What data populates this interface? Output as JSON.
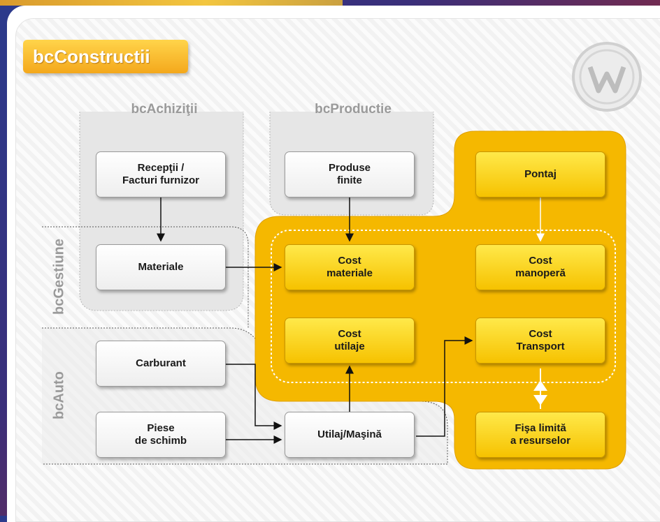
{
  "title": "bcConstructii",
  "columns": {
    "achizitii": "bcAchiziţii",
    "productie": "bcProductie"
  },
  "rows": {
    "gestiune": "bcGestiune",
    "auto": "bcAuto"
  },
  "nodes": {
    "receptii": "Recepţii /\nFacturi furnizor",
    "produse": "Produse\nfinite",
    "pontaj": "Pontaj",
    "materiale": "Materiale",
    "cost_materiale": "Cost\nmateriale",
    "cost_manopera": "Cost\nmanoperă",
    "carburant": "Carburant",
    "cost_utilaje": "Cost\nutilaje",
    "cost_transport": "Cost\nTransport",
    "piese": "Piese\nde schimb",
    "utilaj": "Utilaj/Maşină",
    "fisa": "Fişa limită\na resurselor"
  },
  "colors": {
    "accent": "#f4b400",
    "highlight_region": "#f5b800",
    "title_bg": "#f7b52a"
  }
}
